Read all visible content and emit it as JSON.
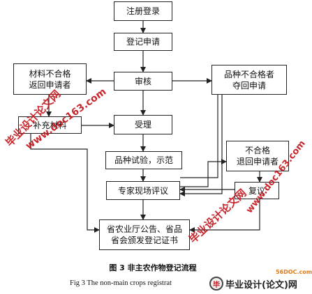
{
  "diagram": {
    "steps": {
      "register": "注册登录",
      "apply": "登记申请",
      "review": "审核",
      "material_reject": "材料不合格\n返回申请者",
      "supplement": "补充材料",
      "variety_reject": "品种不合格者\n夺回申请",
      "accept": "受理",
      "trial": "品种试验，示范",
      "unqualified": "不合格\n退回申请者",
      "expert_review": "专家现场评议",
      "reexamine": "复议",
      "announce": "省农业厅公告、省品\n省会颁发登记证书"
    }
  },
  "caption": {
    "cn": "图 3    非主农作物登记流程",
    "en": "Fig 3    The non-main crops registrat"
  },
  "watermarks": {
    "w1": "www.doc163.com",
    "w2": "毕业设计论文网",
    "w3": "毕业设计论文网",
    "w4": "www.doc163.com"
  },
  "logo": {
    "mark": "毕",
    "text": "毕业设计(论文)网",
    "site": "56DOC.com"
  }
}
